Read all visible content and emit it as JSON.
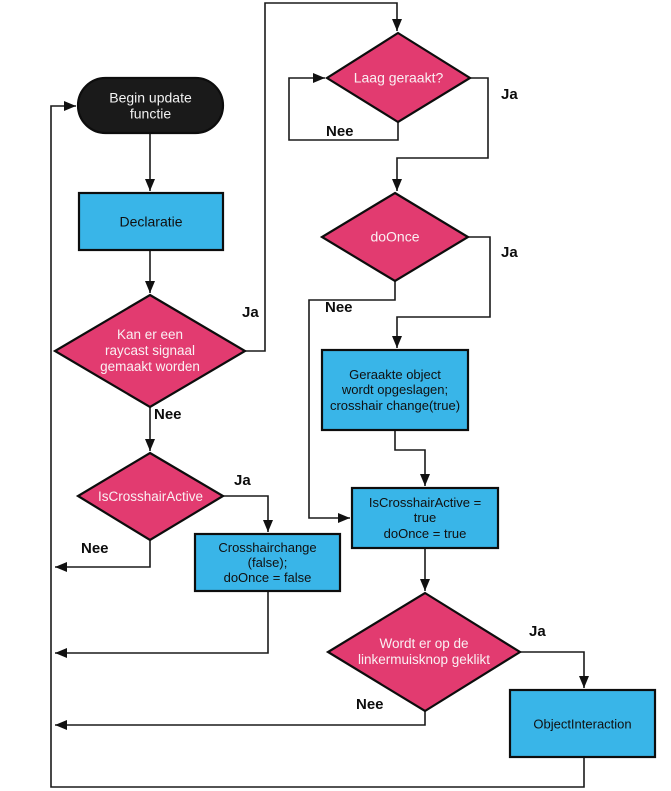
{
  "colors": {
    "decision": "#E23B70",
    "process": "#39B5E8",
    "start": "#1A1A1A",
    "line": "#1A1A1A"
  },
  "labels": {
    "ja": "Ja",
    "nee": "Nee"
  },
  "nodes": {
    "begin": "Begin update\nfunctie",
    "declaratie": "Declaratie",
    "raycast": "Kan er een\nraycast signaal\ngemaakt worden",
    "laag_geraakt": "Laag geraakt?",
    "doonce": "doOnce",
    "geraakte_object": "Geraakte object\nwordt opgeslagen;\ncrosshair change(true)",
    "iscrosshairactive_true": "IsCrosshairActive =\ntrue\ndoOnce = true",
    "iscrosshairactive": "IsCrosshairActive",
    "crosshairchange": "Crosshairchange\n(false);\ndoOnce = false",
    "linkermuisknop": "Wordt er op de\nlinkermuisknop geklikt",
    "objectinteraction": "ObjectInteraction"
  }
}
